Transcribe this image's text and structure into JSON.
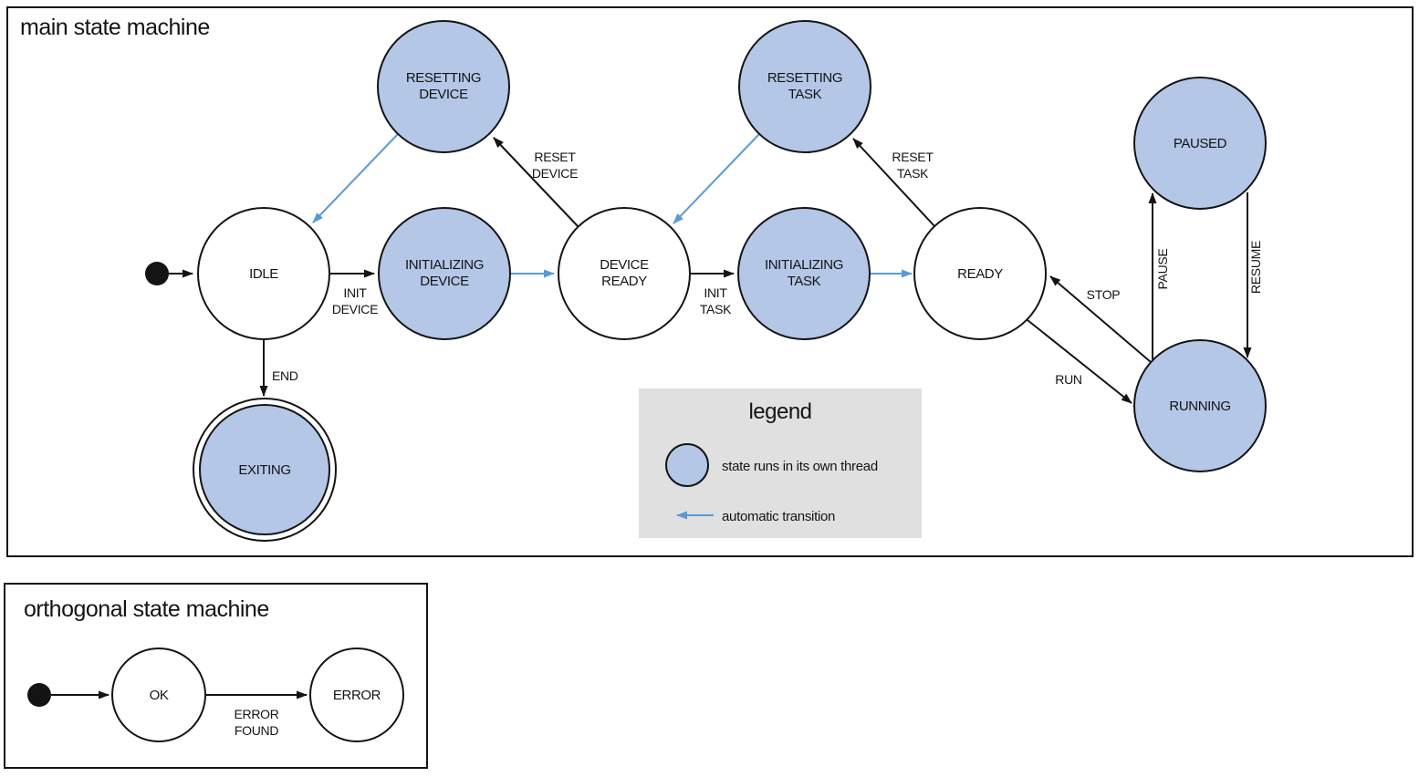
{
  "legend": {
    "title": "legend",
    "thread_label": "state runs in its own thread",
    "auto_label": "automatic transition"
  },
  "colors": {
    "state_thread_fill": "#b4c7e7",
    "automatic_arrow": "#5b9ad5",
    "legend_background": "#e0e0e0",
    "stroke": "#141414"
  },
  "machines": {
    "main": {
      "title": "main state machine",
      "states": [
        {
          "id": "idle",
          "lines": [
            "IDLE"
          ],
          "threaded": false
        },
        {
          "id": "initializing-device",
          "lines": [
            "INITIALIZING",
            "DEVICE"
          ],
          "threaded": true
        },
        {
          "id": "device-ready",
          "lines": [
            "DEVICE",
            "READY"
          ],
          "threaded": false
        },
        {
          "id": "initializing-task",
          "lines": [
            "INITIALIZING",
            "TASK"
          ],
          "threaded": true
        },
        {
          "id": "ready",
          "lines": [
            "READY"
          ],
          "threaded": false
        },
        {
          "id": "resetting-device",
          "lines": [
            "RESETTING",
            "DEVICE"
          ],
          "threaded": true
        },
        {
          "id": "resetting-task",
          "lines": [
            "RESETTING",
            "TASK"
          ],
          "threaded": true
        },
        {
          "id": "paused",
          "lines": [
            "PAUSED"
          ],
          "threaded": true
        },
        {
          "id": "running",
          "lines": [
            "RUNNING"
          ],
          "threaded": true
        },
        {
          "id": "exiting",
          "lines": [
            "EXITING"
          ],
          "threaded": true,
          "final": true
        }
      ],
      "transitions": [
        {
          "from": "initial",
          "to": "idle",
          "lines": [],
          "automatic": false
        },
        {
          "from": "idle",
          "to": "initializing-device",
          "lines": [
            "INIT",
            "DEVICE"
          ],
          "automatic": false
        },
        {
          "from": "initializing-device",
          "to": "device-ready",
          "lines": [],
          "automatic": true
        },
        {
          "from": "device-ready",
          "to": "resetting-device",
          "lines": [
            "RESET",
            "DEVICE"
          ],
          "automatic": false
        },
        {
          "from": "resetting-device",
          "to": "idle",
          "lines": [],
          "automatic": true
        },
        {
          "from": "device-ready",
          "to": "initializing-task",
          "lines": [
            "INIT",
            "TASK"
          ],
          "automatic": false
        },
        {
          "from": "initializing-task",
          "to": "ready",
          "lines": [],
          "automatic": true
        },
        {
          "from": "ready",
          "to": "resetting-task",
          "lines": [
            "RESET",
            "TASK"
          ],
          "automatic": false
        },
        {
          "from": "resetting-task",
          "to": "device-ready",
          "lines": [],
          "automatic": true
        },
        {
          "from": "ready",
          "to": "running",
          "lines": [
            "RUN"
          ],
          "automatic": false
        },
        {
          "from": "running",
          "to": "ready",
          "lines": [
            "STOP"
          ],
          "automatic": false
        },
        {
          "from": "running",
          "to": "paused",
          "lines": [
            "PAUSE"
          ],
          "automatic": false
        },
        {
          "from": "paused",
          "to": "running",
          "lines": [
            "RESUME"
          ],
          "automatic": false
        },
        {
          "from": "idle",
          "to": "exiting",
          "lines": [
            "END"
          ],
          "automatic": false
        }
      ]
    },
    "orthogonal": {
      "title": "orthogonal state machine",
      "states": [
        {
          "id": "ok",
          "lines": [
            "OK"
          ],
          "threaded": false
        },
        {
          "id": "error",
          "lines": [
            "ERROR"
          ],
          "threaded": false
        }
      ],
      "transitions": [
        {
          "from": "initial",
          "to": "ok",
          "lines": [],
          "automatic": false
        },
        {
          "from": "ok",
          "to": "error",
          "lines": [
            "ERROR",
            "FOUND"
          ],
          "automatic": false
        }
      ]
    }
  }
}
